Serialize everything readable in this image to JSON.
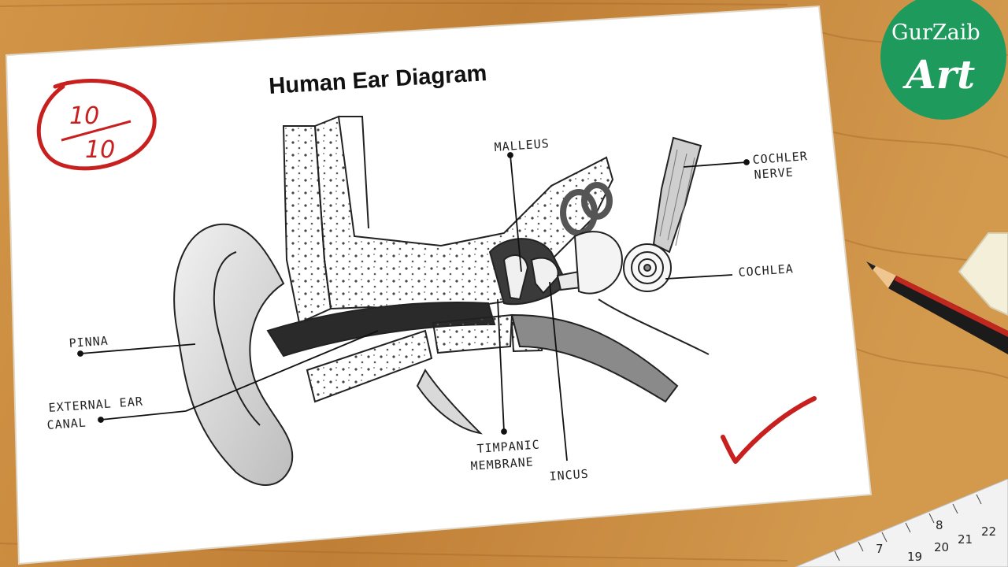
{
  "diagram": {
    "title": "Human Ear Diagram",
    "labels": {
      "pinna": "PINNA",
      "external_ear_line1": "EXTERNAL EAR",
      "external_ear_line2": "CANAL",
      "malleus": "MALLEUS",
      "cochlear_nerve_line1": "COCHLER",
      "cochlear_nerve_line2": "NERVE",
      "cochlea": "COCHLEA",
      "tympanic_line1": "TIMPANIC",
      "tympanic_line2": "MEMBRANE",
      "incus": "INCUS"
    }
  },
  "grade": {
    "numerator": "10",
    "denominator": "10"
  },
  "logo": {
    "line1": "GurZaib",
    "line2": "Art"
  },
  "ruler": {
    "numbers": [
      "7",
      "8",
      "19",
      "20",
      "21",
      "22"
    ]
  },
  "colors": {
    "wood": "#c9893e",
    "paper": "#ffffff",
    "grade_red": "#c8201e",
    "logo_green": "#1e9a5c"
  }
}
